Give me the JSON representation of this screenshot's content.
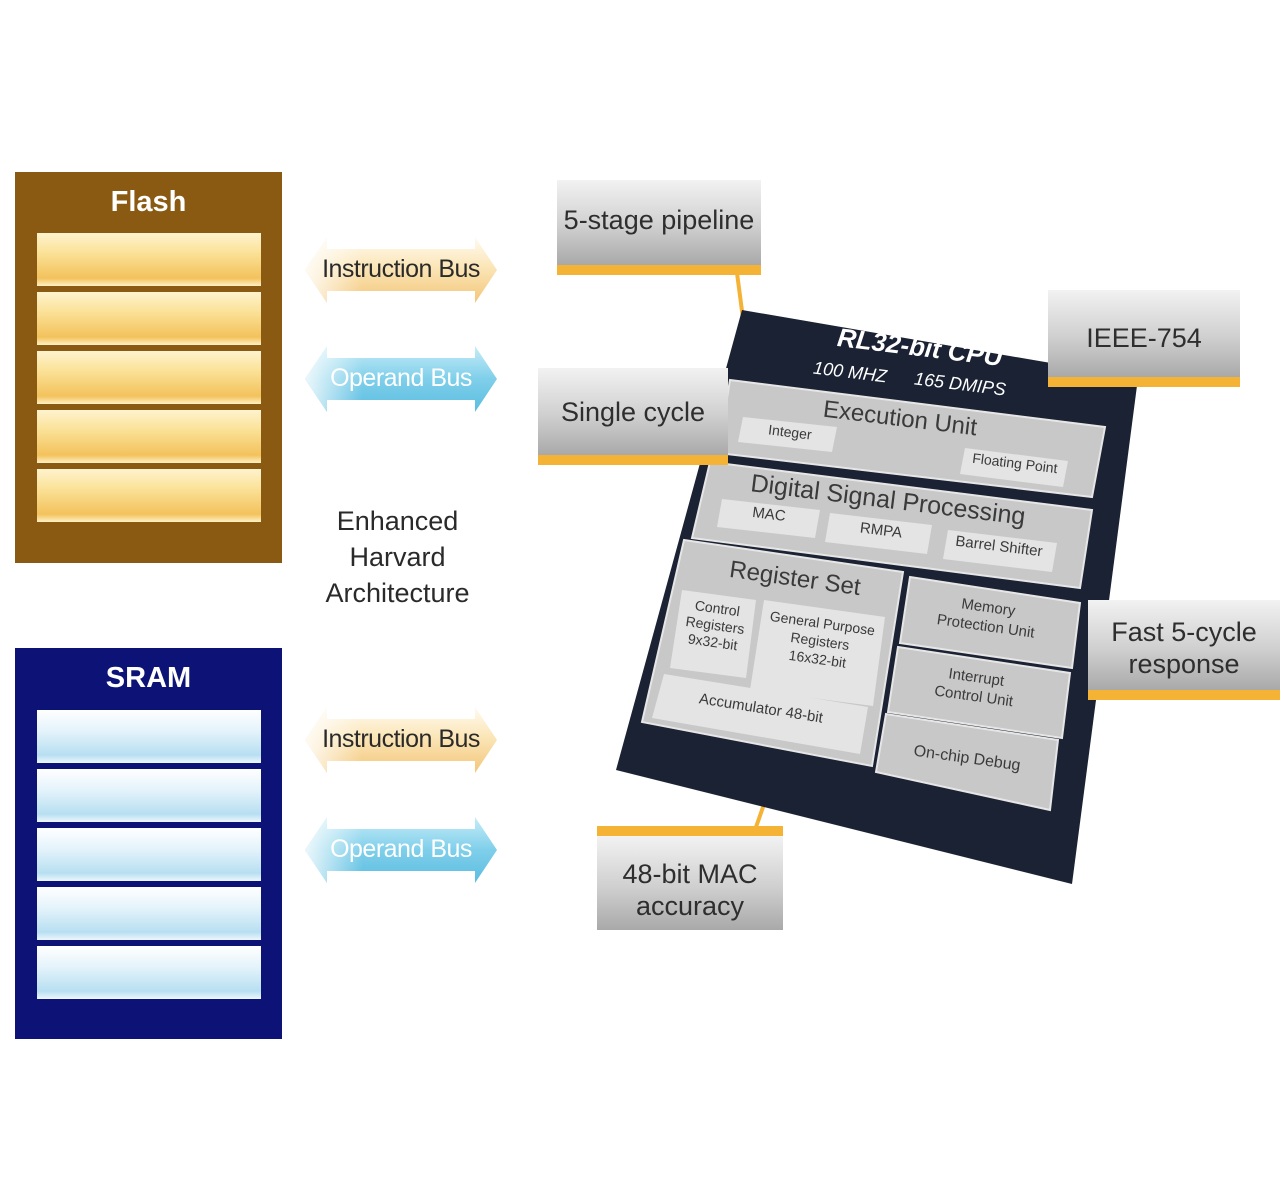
{
  "memory": {
    "flash": {
      "title": "Flash"
    },
    "sram": {
      "title": "SRAM"
    }
  },
  "buses": {
    "flash_instruction": "Instruction Bus",
    "flash_operand": "Operand Bus",
    "sram_instruction": "Instruction Bus",
    "sram_operand": "Operand Bus"
  },
  "architecture": {
    "line1": "Enhanced",
    "line2": "Harvard",
    "line3": "Architecture"
  },
  "callouts": {
    "pipeline": "5-stage pipeline",
    "single_cycle": "Single cycle",
    "ieee": "IEEE-754",
    "fast_response_line1": "Fast 5-cycle",
    "fast_response_line2": "response",
    "mac_accuracy_line1": "48-bit MAC",
    "mac_accuracy_line2": "accuracy"
  },
  "cpu": {
    "title": "RL32-bit CPU",
    "speed": "100 MHZ",
    "dmips": "165 DMIPS",
    "execution_unit": "Execution Unit",
    "integer": "Integer",
    "floating_point": "Floating Point",
    "dsp": "Digital Signal Processing",
    "mac": "MAC",
    "rmpa": "RMPA",
    "barrel_shifter": "Barrel Shifter",
    "register_set": "Register Set",
    "control_registers": [
      "Control",
      "Registers",
      "9x32-bit"
    ],
    "general_registers": [
      "General Purpose",
      "Registers",
      "16x32-bit"
    ],
    "accumulator": "Accumulator 48-bit",
    "mpu": [
      "Memory",
      "Protection Unit"
    ],
    "icu": [
      "Interrupt",
      "Control Unit"
    ],
    "debug": "On-chip Debug"
  },
  "colors": {
    "flash_frame": "#8a5a12",
    "sram_frame": "#0d1277",
    "chip": "#1b2233",
    "accent": "#f5b335"
  }
}
